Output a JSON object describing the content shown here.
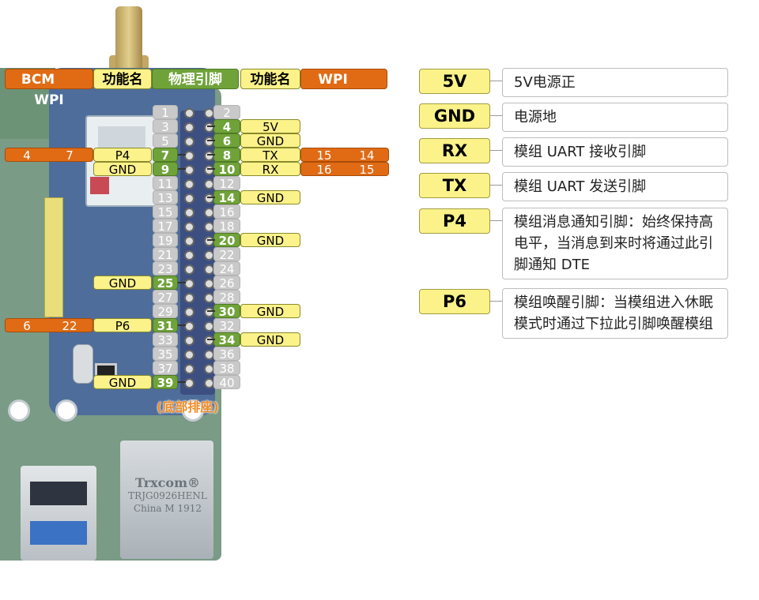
{
  "header": {
    "left": {
      "bcm": "BCM",
      "wpi": "WPI",
      "func": "功能名"
    },
    "center": "物理引脚",
    "right": {
      "func": "功能名",
      "wpi": "WPI",
      "bcm": "BCM"
    }
  },
  "pins_odd": [
    {
      "num": "1",
      "active": false,
      "func": "",
      "wpi": "",
      "bcm": ""
    },
    {
      "num": "3",
      "active": false,
      "func": "",
      "wpi": "",
      "bcm": ""
    },
    {
      "num": "5",
      "active": false,
      "func": "",
      "wpi": "",
      "bcm": ""
    },
    {
      "num": "7",
      "active": true,
      "func": "P4",
      "wpi": "7",
      "bcm": "4"
    },
    {
      "num": "9",
      "active": true,
      "func": "GND",
      "wpi": "",
      "bcm": ""
    },
    {
      "num": "11",
      "active": false,
      "func": "",
      "wpi": "",
      "bcm": ""
    },
    {
      "num": "13",
      "active": false,
      "func": "",
      "wpi": "",
      "bcm": ""
    },
    {
      "num": "15",
      "active": false,
      "func": "",
      "wpi": "",
      "bcm": ""
    },
    {
      "num": "17",
      "active": false,
      "func": "",
      "wpi": "",
      "bcm": ""
    },
    {
      "num": "19",
      "active": false,
      "func": "",
      "wpi": "",
      "bcm": ""
    },
    {
      "num": "21",
      "active": false,
      "func": "",
      "wpi": "",
      "bcm": ""
    },
    {
      "num": "23",
      "active": false,
      "func": "",
      "wpi": "",
      "bcm": ""
    },
    {
      "num": "25",
      "active": true,
      "func": "GND",
      "wpi": "",
      "bcm": ""
    },
    {
      "num": "27",
      "active": false,
      "func": "",
      "wpi": "",
      "bcm": ""
    },
    {
      "num": "29",
      "active": false,
      "func": "",
      "wpi": "",
      "bcm": ""
    },
    {
      "num": "31",
      "active": true,
      "func": "P6",
      "wpi": "22",
      "bcm": "6"
    },
    {
      "num": "33",
      "active": false,
      "func": "",
      "wpi": "",
      "bcm": ""
    },
    {
      "num": "35",
      "active": false,
      "func": "",
      "wpi": "",
      "bcm": ""
    },
    {
      "num": "37",
      "active": false,
      "func": "",
      "wpi": "",
      "bcm": ""
    },
    {
      "num": "39",
      "active": true,
      "func": "GND",
      "wpi": "",
      "bcm": ""
    }
  ],
  "pins_even": [
    {
      "num": "2",
      "active": false,
      "func": "",
      "wpi": "",
      "bcm": ""
    },
    {
      "num": "4",
      "active": true,
      "func": "5V",
      "wpi": "",
      "bcm": ""
    },
    {
      "num": "6",
      "active": true,
      "func": "GND",
      "wpi": "",
      "bcm": ""
    },
    {
      "num": "8",
      "active": true,
      "func": "TX",
      "wpi": "15",
      "bcm": "14"
    },
    {
      "num": "10",
      "active": true,
      "func": "RX",
      "wpi": "16",
      "bcm": "15"
    },
    {
      "num": "12",
      "active": false,
      "func": "",
      "wpi": "",
      "bcm": ""
    },
    {
      "num": "14",
      "active": true,
      "func": "GND",
      "wpi": "",
      "bcm": ""
    },
    {
      "num": "16",
      "active": false,
      "func": "",
      "wpi": "",
      "bcm": ""
    },
    {
      "num": "18",
      "active": false,
      "func": "",
      "wpi": "",
      "bcm": ""
    },
    {
      "num": "20",
      "active": true,
      "func": "GND",
      "wpi": "",
      "bcm": ""
    },
    {
      "num": "22",
      "active": false,
      "func": "",
      "wpi": "",
      "bcm": ""
    },
    {
      "num": "24",
      "active": false,
      "func": "",
      "wpi": "",
      "bcm": ""
    },
    {
      "num": "26",
      "active": false,
      "func": "",
      "wpi": "",
      "bcm": ""
    },
    {
      "num": "28",
      "active": false,
      "func": "",
      "wpi": "",
      "bcm": ""
    },
    {
      "num": "30",
      "active": true,
      "func": "GND",
      "wpi": "",
      "bcm": ""
    },
    {
      "num": "32",
      "active": false,
      "func": "",
      "wpi": "",
      "bcm": ""
    },
    {
      "num": "34",
      "active": true,
      "func": "GND",
      "wpi": "",
      "bcm": ""
    },
    {
      "num": "36",
      "active": false,
      "func": "",
      "wpi": "",
      "bcm": ""
    },
    {
      "num": "38",
      "active": false,
      "func": "",
      "wpi": "",
      "bcm": ""
    },
    {
      "num": "40",
      "active": false,
      "func": "",
      "wpi": "",
      "bcm": ""
    }
  ],
  "bottom_note": "(底部排座)",
  "board_text": {
    "eth_brand": "Trxcom®",
    "eth_model": "TRJG0926HENL",
    "eth_origin": "China M 1912"
  },
  "legend": [
    {
      "key": "5V",
      "desc": "5V电源正"
    },
    {
      "key": "GND",
      "desc": "电源地"
    },
    {
      "key": "RX",
      "desc": "模组 UART 接收引脚"
    },
    {
      "key": "TX",
      "desc": "模组 UART 发送引脚"
    },
    {
      "key": "P4",
      "desc": "模组消息通知引脚：始终保持高电平，当消息到来时将通过此引脚通知 DTE"
    },
    {
      "key": "P6",
      "desc": "模组唤醒引脚：当模组进入休眠模式时通过下拉此引脚唤醒模组"
    }
  ],
  "colors": {
    "gray": "#c9c9c9",
    "green": "#6fa33a",
    "yellow": "#fbf28a",
    "orange": "#e06b14"
  }
}
